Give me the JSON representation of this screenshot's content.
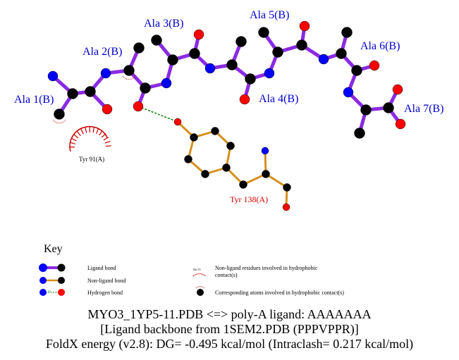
{
  "residue_labels": {
    "ala1": "Ala 1(B)",
    "ala2": "Ala 2(B)",
    "ala3": "Ala 3(B)",
    "ala4": "Ala 4(B)",
    "ala5": "Ala 5(B)",
    "ala6": "Ala 6(B)",
    "ala7": "Ala 7(B)",
    "tyr138": "Tyr 138(A)",
    "tyr91": "Tyr 91(A)"
  },
  "key": {
    "title": "Key",
    "ligand_bond": "Ligand bond",
    "non_ligand_bond": "Non-ligand bond",
    "hydrogen_bond": "Hydrogen bond",
    "hbond_distance_sample": "3.0",
    "example_residue": "His 53",
    "hydrophobic_residues": "Non-ligand residues involved in hydrophobic",
    "hydrophobic_residues_2": "contact(s)",
    "hydrophobic_atoms": "Corresponding atoms involved in hydrophobic contact(s)"
  },
  "caption": {
    "line1": "MYO3_1YP5-11.PDB <=> poly-A ligand: AAAAAAA",
    "line2": "[Ligand backbone from 1SEM2.PDB (PPPVPPR)]",
    "line3": "FoldX energy (v2.8): DG= -0.495 kcal/mol (Intraclash= 0.217 kcal/mol)"
  },
  "colors": {
    "ligand_bond": "#8a2be2",
    "non_ligand_bond": "#d4901c",
    "nitrogen": "#0000ff",
    "oxygen": "#ff0000",
    "carbon": "#000000",
    "hbond": "#008000",
    "hydrophobic": "#cc0000",
    "label_blue": "#0000cc",
    "label_red": "#cc0000"
  }
}
